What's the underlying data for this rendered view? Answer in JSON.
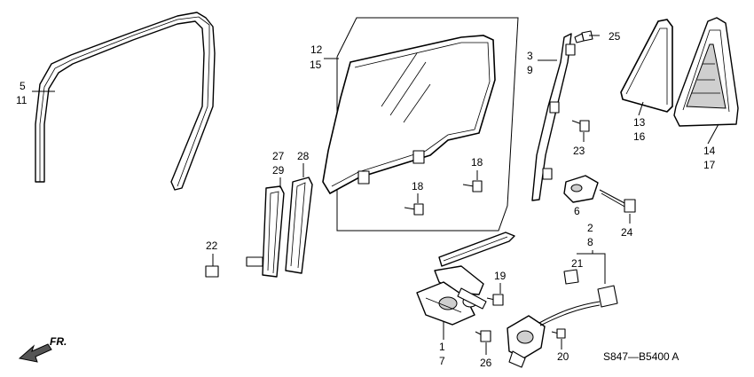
{
  "labels": {
    "l5": "5",
    "l11": "11",
    "l12": "12",
    "l15": "15",
    "l3": "3",
    "l9": "9",
    "l25": "25",
    "l13": "13",
    "l16": "16",
    "l14": "14",
    "l17": "17",
    "l27": "27",
    "l29": "29",
    "l28": "28",
    "l18a": "18",
    "l18b": "18",
    "l23": "23",
    "l6": "6",
    "l24": "24",
    "l2": "2",
    "l8": "8",
    "l21": "21",
    "l22": "22",
    "l19": "19",
    "l1": "1",
    "l7": "7",
    "l26": "26",
    "l20": "20"
  },
  "direction_label": "FR.",
  "diagram_code": "S847—B5400 A"
}
